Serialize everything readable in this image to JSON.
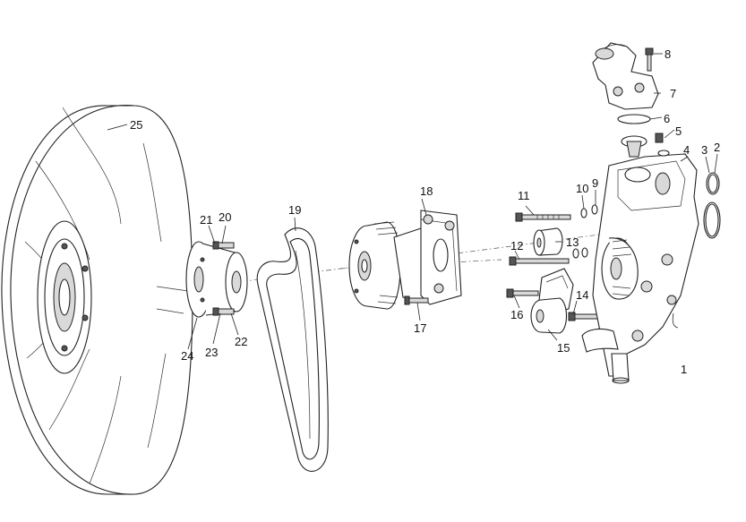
{
  "diagram": {
    "callouts": [
      {
        "id": "1",
        "label": "1"
      },
      {
        "id": "2",
        "label": "2"
      },
      {
        "id": "3",
        "label": "3"
      },
      {
        "id": "4",
        "label": "4"
      },
      {
        "id": "5",
        "label": "5"
      },
      {
        "id": "6",
        "label": "6"
      },
      {
        "id": "7",
        "label": "7"
      },
      {
        "id": "8",
        "label": "8"
      },
      {
        "id": "9",
        "label": "9"
      },
      {
        "id": "10",
        "label": "10"
      },
      {
        "id": "11",
        "label": "11"
      },
      {
        "id": "12",
        "label": "12"
      },
      {
        "id": "13",
        "label": "13"
      },
      {
        "id": "14",
        "label": "14"
      },
      {
        "id": "15",
        "label": "15"
      },
      {
        "id": "16",
        "label": "16"
      },
      {
        "id": "17",
        "label": "17"
      },
      {
        "id": "18",
        "label": "18"
      },
      {
        "id": "19",
        "label": "19"
      },
      {
        "id": "20",
        "label": "20"
      },
      {
        "id": "21",
        "label": "21"
      },
      {
        "id": "22",
        "label": "22"
      },
      {
        "id": "23",
        "label": "23"
      },
      {
        "id": "24",
        "label": "24"
      },
      {
        "id": "25",
        "label": "25"
      }
    ]
  }
}
